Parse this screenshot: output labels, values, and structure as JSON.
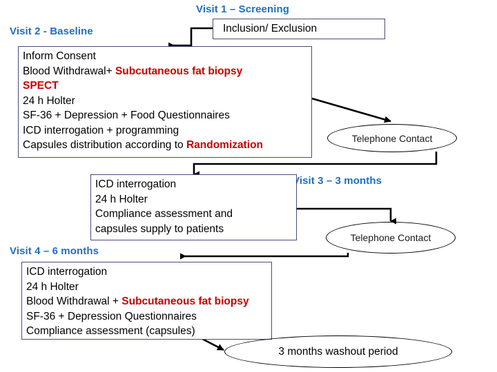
{
  "diagram": {
    "title": "Clinical Trial Visit Schedule Flow",
    "colors": {
      "visit_label": "#1f6fc4",
      "highlight": "#cc0000",
      "box_border": "#4a4a7a",
      "oval_border": "#000000",
      "connector": "#000000",
      "background": "#ffffff"
    },
    "visit_labels": {
      "visit1": "Visit 1 –  Screening",
      "visit2": "Visit 2 - Baseline",
      "visit3": "Visit 3 – 3 months",
      "visit4": "Visit 4 – 6 months"
    },
    "screening_box": {
      "text": "Inclusion/ Exclusion"
    },
    "baseline_box": {
      "lines": [
        [
          {
            "t": "Inform Consent",
            "hl": false
          }
        ],
        [
          {
            "t": "Blood Withdrawal+ ",
            "hl": false
          },
          {
            "t": "Subcutaneous fat biopsy",
            "hl": true
          }
        ],
        [
          {
            "t": "SPECT",
            "hl": true
          }
        ],
        [
          {
            "t": "24 h Holter",
            "hl": false
          }
        ],
        [
          {
            "t": "SF-36 + Depression + Food Questionnaires",
            "hl": false
          }
        ],
        [
          {
            "t": "ICD interrogation + programming",
            "hl": false
          }
        ],
        [
          {
            "t": "Capsules distribution according to ",
            "hl": false
          },
          {
            "t": "Randomization",
            "hl": true
          }
        ]
      ]
    },
    "month3_box": {
      "lines": [
        [
          {
            "t": "ICD interrogation",
            "hl": false
          }
        ],
        [
          {
            "t": "24 h Holter",
            "hl": false
          }
        ],
        [
          {
            "t": "Compliance assessment and",
            "hl": false
          }
        ],
        [
          {
            "t": " capsules supply to patients",
            "hl": false
          }
        ]
      ]
    },
    "month6_box": {
      "lines": [
        [
          {
            "t": "ICD interrogation",
            "hl": false
          }
        ],
        [
          {
            "t": "24 h Holter",
            "hl": false
          }
        ],
        [
          {
            "t": "Blood Withdrawal + ",
            "hl": false
          },
          {
            "t": "Subcutaneous fat biopsy",
            "hl": true
          }
        ],
        [
          {
            "t": "SF-36 + Depression Questionnaires",
            "hl": false
          }
        ],
        [
          {
            "t": "Compliance assessment (capsules)",
            "hl": false
          }
        ]
      ]
    },
    "ovals": {
      "telephone_contact_1": "Telephone Contact",
      "telephone_contact_2": "Telephone Contact",
      "washout": "3 months washout period"
    }
  }
}
